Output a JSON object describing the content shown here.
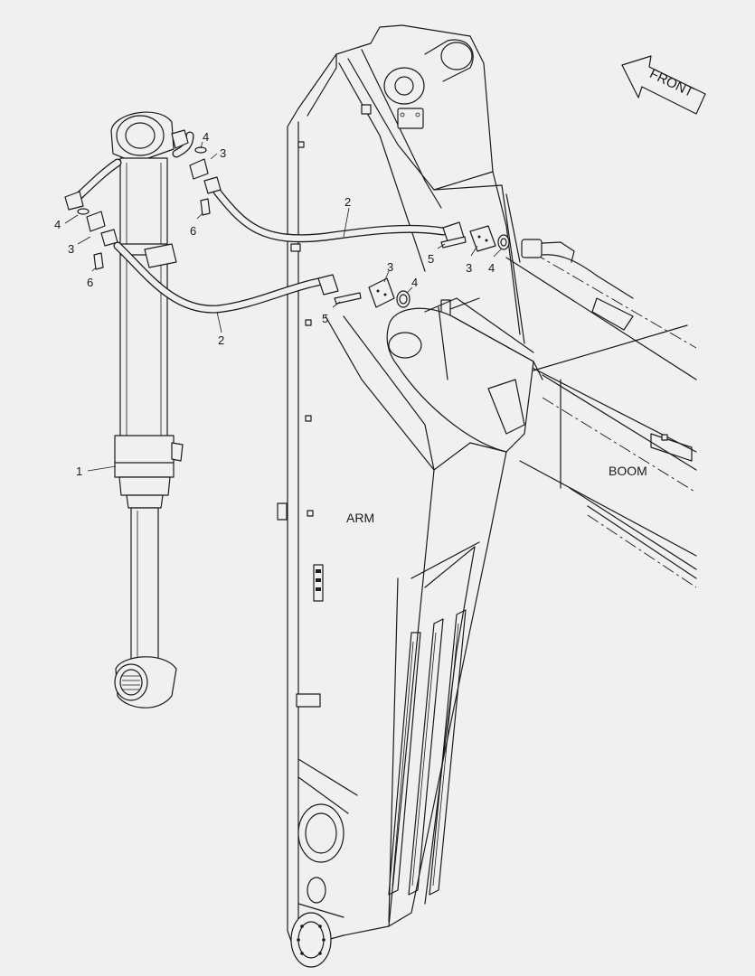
{
  "labels": {
    "front": "FRONT",
    "arm": "ARM",
    "boom": "BOOM"
  },
  "callouts": [
    {
      "num": "1",
      "part": "cylinder"
    },
    {
      "num": "2",
      "part": "hose-upper"
    },
    {
      "num": "2",
      "part": "hose-lower"
    },
    {
      "num": "3",
      "part": "clamp-top-right"
    },
    {
      "num": "3",
      "part": "clamp-top-left"
    },
    {
      "num": "3",
      "part": "clamp-arm-mid"
    },
    {
      "num": "3",
      "part": "clamp-arm-right"
    },
    {
      "num": "4",
      "part": "oring-top"
    },
    {
      "num": "4",
      "part": "oring-left"
    },
    {
      "num": "4",
      "part": "oring-arm-mid"
    },
    {
      "num": "4",
      "part": "oring-arm-right"
    },
    {
      "num": "5",
      "part": "bolt-arm-mid"
    },
    {
      "num": "5",
      "part": "bolt-arm-right"
    },
    {
      "num": "6",
      "part": "bolt-top-right"
    },
    {
      "num": "6",
      "part": "bolt-top-left"
    }
  ],
  "colors": {
    "background": "#f0f0f0",
    "line": "#1a1a1a"
  }
}
